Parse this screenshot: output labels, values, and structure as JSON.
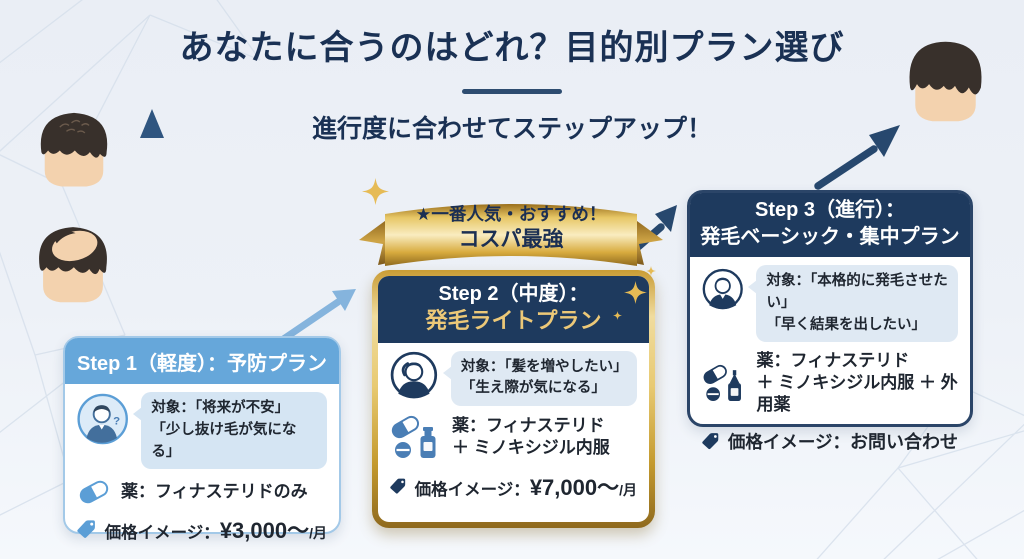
{
  "page": {
    "title": "あなたに合うのはどれ？目的別プラン選び",
    "subtitle": "進行度に合わせてステップアップ！"
  },
  "ribbon": {
    "line1": "★一番人気・おすすめ！",
    "line2": "コスパ最強"
  },
  "steps": [
    {
      "header": "Step 1（軽度）：予防プラン",
      "target_line1": "対象：「将来が不安」",
      "target_line2": "「少し抜け毛が気になる」",
      "medicine_line1": "薬：フィナステリドのみ",
      "price_label": "価格イメージ：",
      "price_value": "¥3,000〜",
      "price_unit": "/月"
    },
    {
      "header_line1": "Step 2（中度）：",
      "header_line2": "発毛ライトプラン",
      "target_line1": "対象：「髪を増やしたい」",
      "target_line2": "「生え際が気になる」",
      "medicine_line1": "薬：フィナステリド",
      "medicine_line2": "＋ ミノキシジル内服",
      "price_label": "価格イメージ：",
      "price_value": "¥7,000〜",
      "price_unit": "/月"
    },
    {
      "header_line1": "Step 3（進行）：",
      "header_line2": "発毛ベーシック・集中プラン",
      "target_line1": "対象：「本格的に発毛させたい」",
      "target_line2": "「早く結果を出したい」",
      "medicine_line1": "薬：フィナステリド",
      "medicine_line2": "＋ ミノキシジル内服 ＋ 外用薬",
      "price_label": "価格イメージ：",
      "price_value": "お問い合わせ"
    }
  ],
  "colors": {
    "navy": "#1e3a5e",
    "title_navy": "#1a3154",
    "step1_blue": "#66a7da",
    "icon_light_blue": "#5b9ed6",
    "icon_mid_blue": "#4a7eb5",
    "gold": "#d8ab3e",
    "gold_header_text": "#ecc878",
    "bubble_blue": "#d5e5f3",
    "background": "#edf1f7"
  }
}
